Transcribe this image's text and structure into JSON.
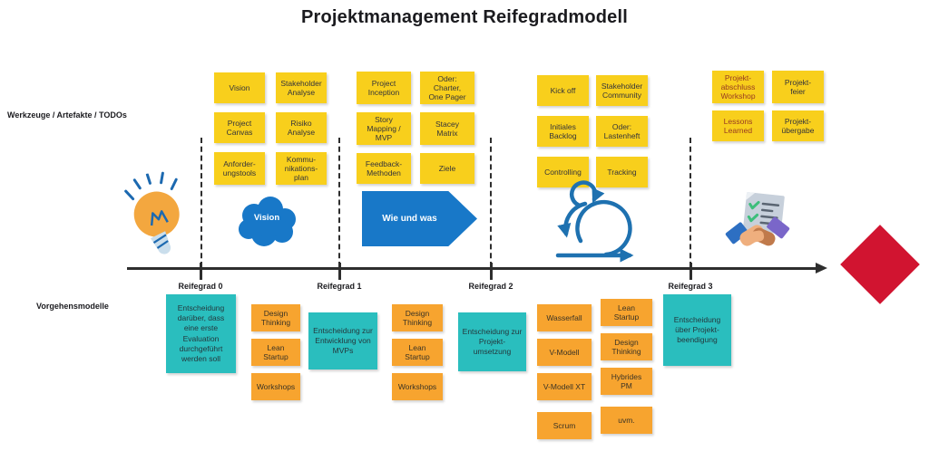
{
  "title": "Projektmanagement Reifegradmodell",
  "section_labels": {
    "tools": "Werkzeuge / Artefakte / TODOs",
    "models": "Vorgehensmodelle"
  },
  "timeline": {
    "milestones": [
      "Reifegrad 0",
      "Reifegrad 1",
      "Reifegrad 2",
      "Reifegrad 3"
    ]
  },
  "icons": {
    "vision_label": "Vision",
    "how_what_label": "Wie und was"
  },
  "tools": {
    "phase0": [
      "Vision",
      "Stakeholder\nAnalyse",
      "Project\nCanvas",
      "Risiko\nAnalyse",
      "Anforder-\nungstools",
      "Kommu-\nnikations-\nplan"
    ],
    "phase1": [
      "Project\nInception",
      "Oder:\nCharter,\nOne Pager",
      "Story\nMapping /\nMVP",
      "Stacey\nMatrix",
      "Feedback-\nMethoden",
      "Ziele"
    ],
    "phase2": [
      "Kick off",
      "Stakeholder\nCommunity",
      "Initiales\nBacklog",
      "Oder:\nLastenheft",
      "Controlling",
      "Tracking"
    ],
    "phase3": [
      "Projekt-\nabschluss\nWorkshop",
      "Projekt-\nfeier",
      "Lessons\nLearned",
      "Projekt-\nübergabe"
    ]
  },
  "decisions": [
    {
      "text": "Entscheidung\ndarüber, dass\neine erste\nEvaluation\ndurchgeführt\nwerden soll"
    },
    {
      "text": "Entscheidung zur\nEntwicklung von\nMVPs"
    },
    {
      "text": "Entscheidung zur\nProjekt-\numsetzung"
    },
    {
      "text": "Entscheidung\nüber Projekt-\nbeendigung"
    }
  ],
  "method_stacks": [
    {
      "items": [
        "Design\nThinking",
        "Lean\nStartup",
        "Workshops"
      ]
    },
    {
      "items": [
        "Design\nThinking",
        "Lean\nStartup",
        "Workshops"
      ]
    },
    {
      "items": [
        "Wasserfall",
        "V-Modell",
        "V-Modell XT",
        "Scrum"
      ]
    },
    {
      "items": [
        "Lean\nStartup",
        "Design\nThinking",
        "Hybrides\nPM",
        "uvm."
      ]
    }
  ],
  "colors": {
    "sticky_yellow": "#F8CF1C",
    "sticky_orange": "#F7A42F",
    "sticky_teal": "#2ABEBE",
    "icon_blue": "#1878C8",
    "loop_blue": "#1E71B0",
    "diamond_red": "#D11430",
    "accent_text_red": "#973A22",
    "timeline_black": "#2E2E2E"
  }
}
